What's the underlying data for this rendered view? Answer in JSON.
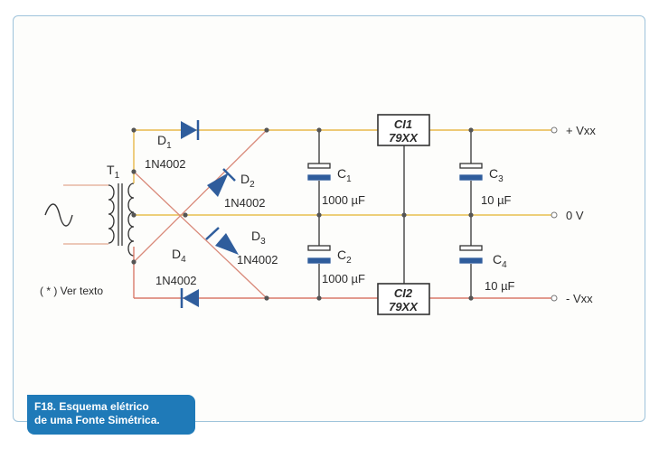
{
  "components": {
    "transformer": {
      "ref": "T",
      "sub": "1"
    },
    "diodes": [
      {
        "ref": "D",
        "sub": "1",
        "part": "1N4002"
      },
      {
        "ref": "D",
        "sub": "2",
        "part": "1N4002"
      },
      {
        "ref": "D",
        "sub": "3",
        "part": "1N4002"
      },
      {
        "ref": "D",
        "sub": "4",
        "part": "1N4002"
      }
    ],
    "capacitors": [
      {
        "ref": "C",
        "sub": "1",
        "value": "1000 µF"
      },
      {
        "ref": "C",
        "sub": "2",
        "value": "1000 µF"
      },
      {
        "ref": "C",
        "sub": "3",
        "value": "10 µF"
      },
      {
        "ref": "C",
        "sub": "4",
        "value": "10 µF"
      }
    ],
    "ics": [
      {
        "ref": "CI1",
        "part": "79XX"
      },
      {
        "ref": "CI2",
        "part": "79XX"
      }
    ]
  },
  "outputs": {
    "positive": "+ Vxx",
    "zero": "0 V",
    "negative": "- Vxx"
  },
  "note": "( * ) Ver texto",
  "caption": {
    "line1": "F18. Esquema elétrico",
    "line2": "de uma Fonte Simétrica."
  },
  "colors": {
    "wire_pos": "#e8b84a",
    "wire_mid": "#e8c050",
    "wire_neg": "#d97a6a",
    "diode": "#2f5d9c",
    "cap": "#2f5d9c",
    "caption_bg": "#1f7ab8"
  }
}
